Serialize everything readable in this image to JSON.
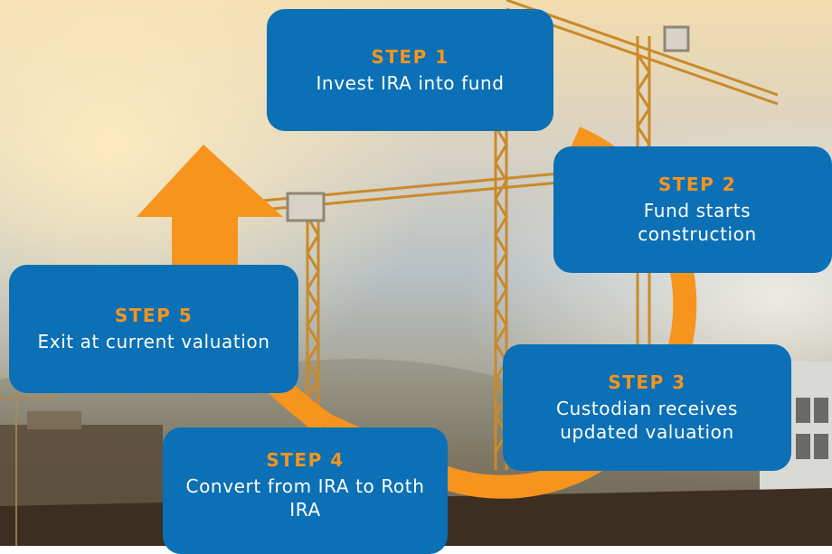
{
  "colors": {
    "box_fill": "#0b70b5",
    "step_label": "#f7941d",
    "arrow": "#f7941d",
    "text": "#ffffff"
  },
  "background": {
    "scene": "construction site with tower cranes at sunrise"
  },
  "steps": [
    {
      "label": "STEP 1",
      "text": "Invest IRA into fund"
    },
    {
      "label": "STEP 2",
      "text": "Fund starts construction"
    },
    {
      "label": "STEP 3",
      "text": "Custodian receives updated valuation"
    },
    {
      "label": "STEP 4",
      "text": "Convert from IRA to Roth IRA"
    },
    {
      "label": "STEP 5",
      "text": "Exit at current valuation"
    }
  ]
}
